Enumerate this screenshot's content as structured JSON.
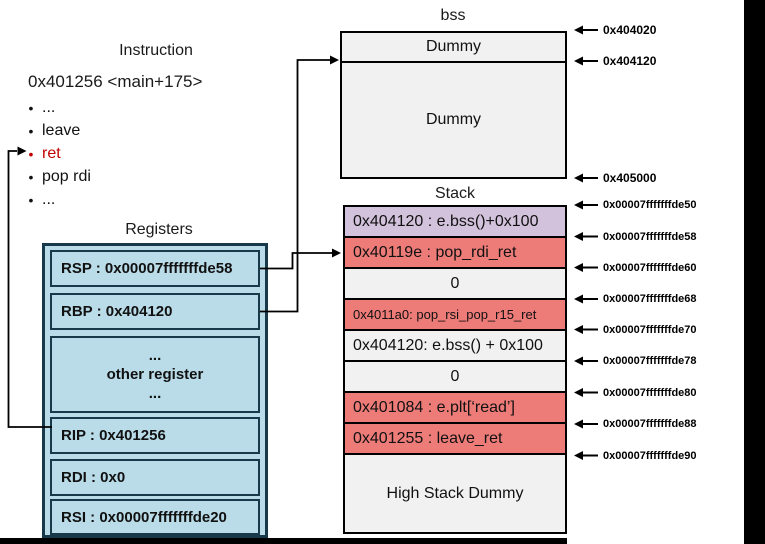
{
  "colors": {
    "register_fill": "#b9dce8",
    "register_border": "#17394a",
    "stack_red": "#ed7b78",
    "stack_purple": "#d3c2dc",
    "stack_gray": "#f1f1f1",
    "highlight_red": "#c00000",
    "connector_black": "#000000"
  },
  "instruction": {
    "title": "Instruction",
    "header": "0x401256 <main+175>",
    "bullet_char": "•",
    "items": [
      {
        "label": "..."
      },
      {
        "label": "leave"
      },
      {
        "label": "ret",
        "highlight": true
      },
      {
        "label": "pop rdi"
      },
      {
        "label": "..."
      }
    ]
  },
  "registers": {
    "title": "Registers",
    "rows": [
      {
        "label": "RSP : 0x00007fffffffde58"
      },
      {
        "label": "RBP : 0x404120"
      },
      {
        "lines": [
          "...",
          "other register",
          "..."
        ]
      },
      {
        "label": "RIP : 0x401256"
      },
      {
        "label": "RDI : 0x0"
      },
      {
        "label": "RSI : 0x00007fffffffde20"
      }
    ]
  },
  "bss": {
    "title": "bss",
    "rows": [
      {
        "label": "Dummy"
      },
      {
        "label": "Dummy"
      }
    ],
    "addresses": [
      "0x404020",
      "0x404120",
      "0x405000"
    ]
  },
  "stack": {
    "title": "Stack",
    "rows": [
      {
        "text": "0x404120 : e.bss()+0x100",
        "type": "purple"
      },
      {
        "text": "0x40119e : pop_rdi_ret",
        "type": "red"
      },
      {
        "text": "0",
        "type": "gray",
        "align": "center"
      },
      {
        "text": "0x4011a0: pop_rsi_pop_r15_ret",
        "type": "red",
        "small": true
      },
      {
        "text": "0x404120: e.bss() + 0x100",
        "type": "gray"
      },
      {
        "text": "0",
        "type": "gray",
        "align": "center"
      },
      {
        "text": "0x401084 : e.plt[‘read’]",
        "type": "red"
      },
      {
        "text": "0x401255 : leave_ret",
        "type": "red"
      },
      {
        "text": "High Stack Dummy",
        "type": "gray",
        "align": "center"
      }
    ],
    "addresses": [
      "0x00007fffffffde50",
      "0x00007fffffffde58",
      "0x00007fffffffde60",
      "0x00007fffffffde68",
      "0x00007fffffffde70",
      "0x00007fffffffde78",
      "0x00007fffffffde80",
      "0x00007fffffffde88",
      "0x00007fffffffde90"
    ]
  },
  "connections": [
    {
      "from": "RIP register",
      "to": "ret instruction bullet"
    },
    {
      "from": "RSP register",
      "to": "stack slot pop_rdi_ret (0x00007fffffffde58)"
    },
    {
      "from": "RBP register",
      "to": "bss boundary 0x404120"
    }
  ]
}
